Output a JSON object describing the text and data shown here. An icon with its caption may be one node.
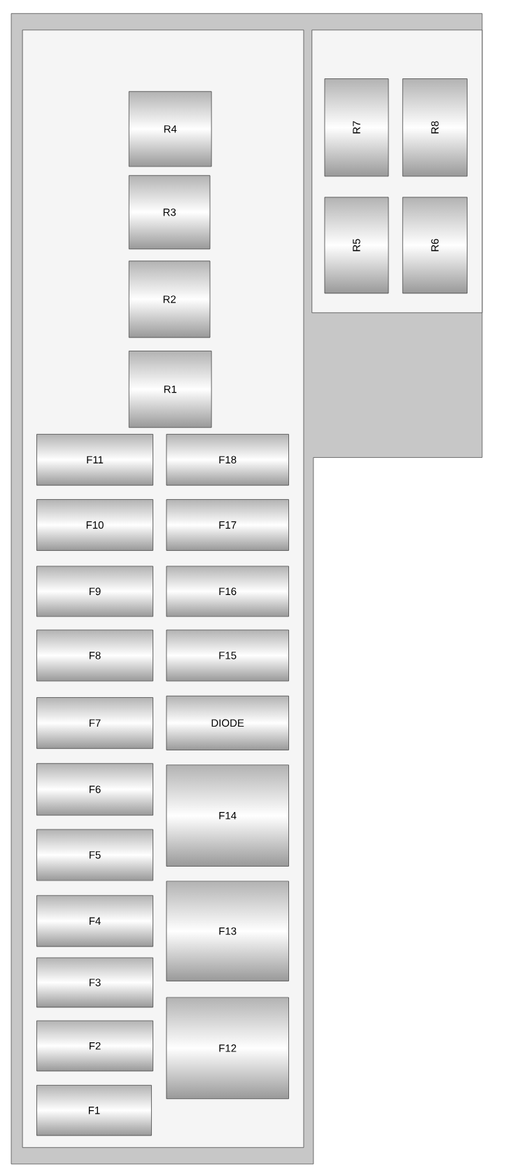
{
  "diagram": {
    "nodes": [
      {
        "text": [],
        "shape": "box"
      },
      {
        "text": [],
        "shape": "box"
      },
      {
        "text": [
          "R4"
        ],
        "in": 0
      },
      {
        "text": [
          "R3"
        ],
        "in": 0
      },
      {
        "text": [
          "R2"
        ],
        "in": 0
      },
      {
        "text": [
          "R1"
        ],
        "in": 0
      },
      {
        "text": [
          "F11"
        ],
        "in": 0
      },
      {
        "text": [
          "F18"
        ],
        "in": 0
      },
      {
        "text": [
          "F10"
        ],
        "in": 0
      },
      {
        "text": [
          "F17"
        ],
        "in": 0
      },
      {
        "text": [
          "F9"
        ],
        "in": 0
      },
      {
        "text": [
          "F16"
        ],
        "in": 0
      },
      {
        "text": [
          "F8"
        ],
        "in": 0
      },
      {
        "text": [
          "F15"
        ],
        "in": 0
      },
      {
        "text": [
          "F7"
        ],
        "in": 0
      },
      {
        "text": [
          "DIODE"
        ],
        "in": 0
      },
      {
        "text": [
          "F6"
        ],
        "in": 0
      },
      {
        "text": [
          "F14"
        ],
        "in": 0
      },
      {
        "text": [
          "F5"
        ],
        "in": 0
      },
      {
        "text": [
          "F4"
        ],
        "in": 0
      },
      {
        "text": [
          "F13"
        ],
        "in": 0
      },
      {
        "text": [
          "F3"
        ],
        "in": 0
      },
      {
        "text": [
          "F2"
        ],
        "in": 0
      },
      {
        "text": [
          "F12"
        ],
        "in": 0
      },
      {
        "text": [
          "F1"
        ],
        "in": 0
      },
      {
        "text": [
          "R7"
        ],
        "in": 1
      },
      {
        "text": [
          "R8"
        ],
        "in": 1
      },
      {
        "text": [
          "R5"
        ],
        "in": 1
      },
      {
        "text": [
          "R6"
        ],
        "in": 1
      }
    ]
  }
}
